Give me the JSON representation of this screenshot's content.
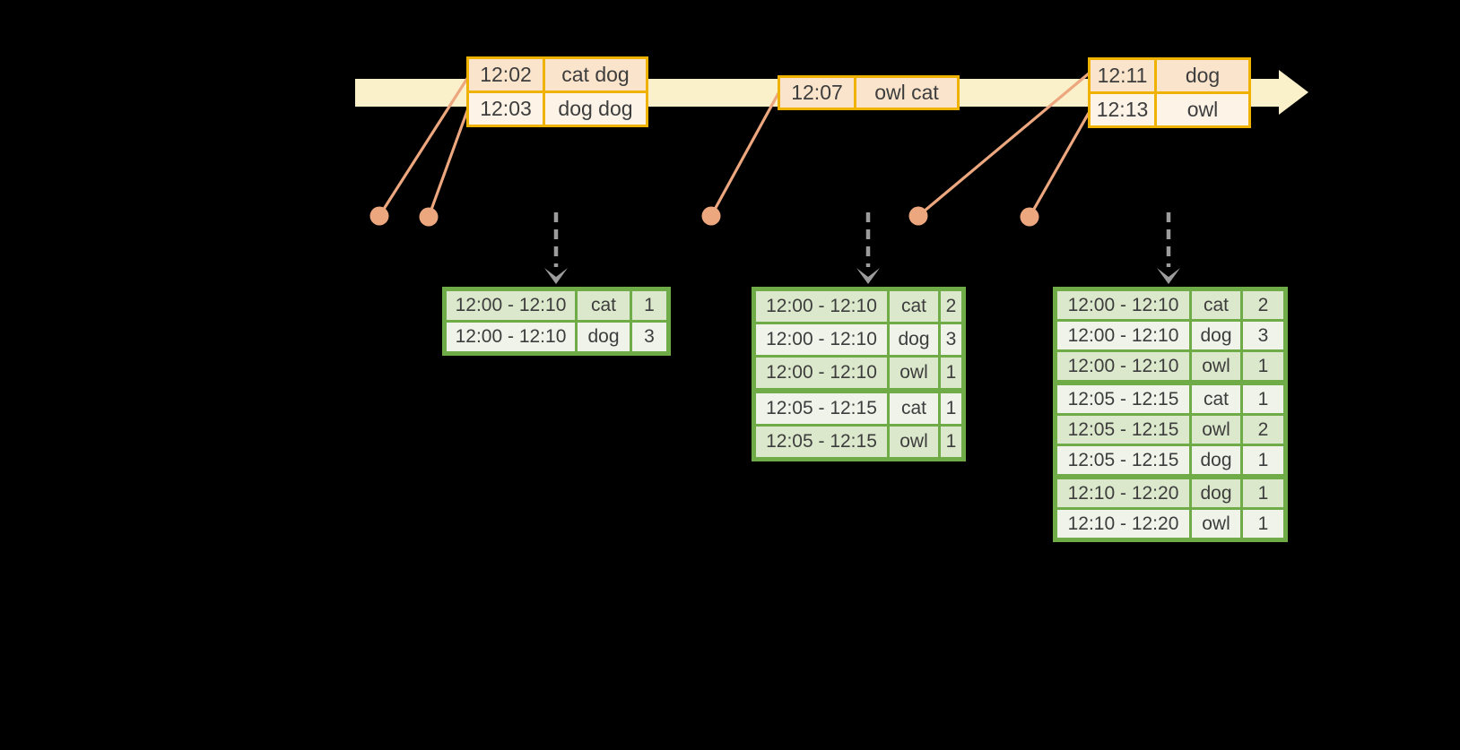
{
  "colors": {
    "background": "#000000",
    "timeline_fill": "#FAF0CA",
    "event_border": "#F0B200",
    "event_row_dark": "#FAE4CB",
    "event_row_light": "#FDF4E7",
    "connector": "#EDA77E",
    "trigger_arrow": "#9C9C9C",
    "result_border": "#6FAC47",
    "result_row_dark": "#DCE8CC",
    "result_row_light": "#EFF3EA",
    "text": "#3D3D3D"
  },
  "event_tables": [
    {
      "rows": [
        {
          "time": "12:02",
          "words": "cat dog"
        },
        {
          "time": "12:03",
          "words": "dog dog"
        }
      ]
    },
    {
      "rows": [
        {
          "time": "12:07",
          "words": "owl cat"
        }
      ]
    },
    {
      "rows": [
        {
          "time": "12:11",
          "words": "dog"
        },
        {
          "time": "12:13",
          "words": "owl"
        }
      ]
    }
  ],
  "result_tables": [
    {
      "rows": [
        {
          "window": "12:00 - 12:10",
          "word": "cat",
          "count": "1"
        },
        {
          "window": "12:00 - 12:10",
          "word": "dog",
          "count": "3"
        }
      ]
    },
    {
      "rows": [
        {
          "window": "12:00 - 12:10",
          "word": "cat",
          "count": "2"
        },
        {
          "window": "12:00 - 12:10",
          "word": "dog",
          "count": "3"
        },
        {
          "window": "12:00 - 12:10",
          "word": "owl",
          "count": "1"
        },
        {
          "window": "12:05 - 12:15",
          "word": "cat",
          "count": "1"
        },
        {
          "window": "12:05 - 12:15",
          "word": "owl",
          "count": "1"
        }
      ]
    },
    {
      "rows": [
        {
          "window": "12:00 - 12:10",
          "word": "cat",
          "count": "2"
        },
        {
          "window": "12:00 - 12:10",
          "word": "dog",
          "count": "3"
        },
        {
          "window": "12:00 - 12:10",
          "word": "owl",
          "count": "1"
        },
        {
          "window": "12:05 - 12:15",
          "word": "cat",
          "count": "1"
        },
        {
          "window": "12:05 - 12:15",
          "word": "owl",
          "count": "2"
        },
        {
          "window": "12:05 - 12:15",
          "word": "dog",
          "count": "1"
        },
        {
          "window": "12:10 - 12:20",
          "word": "dog",
          "count": "1"
        },
        {
          "window": "12:10 - 12:20",
          "word": "owl",
          "count": "1"
        }
      ]
    }
  ]
}
